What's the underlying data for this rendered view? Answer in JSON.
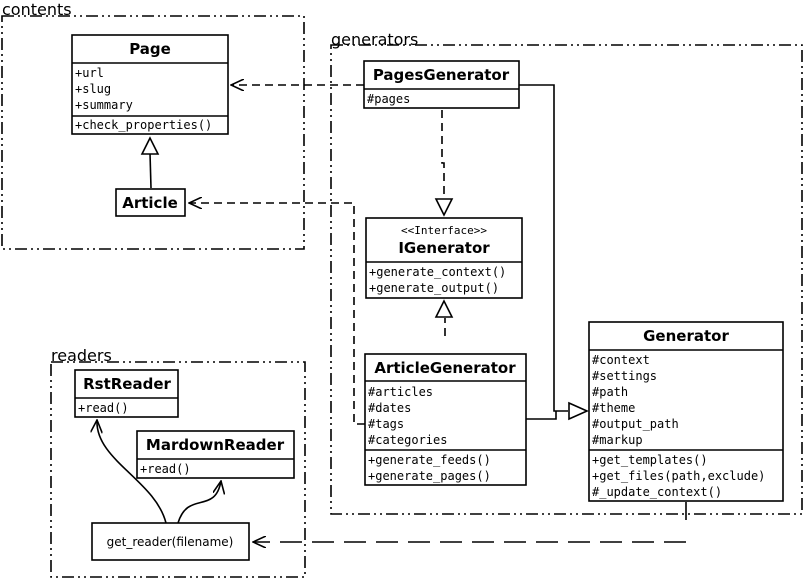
{
  "packages": {
    "contents": "contents",
    "generators": "generators",
    "readers": "readers"
  },
  "classes": {
    "page": {
      "name": "Page",
      "attributes": [
        "+url",
        "+slug",
        "+summary"
      ],
      "methods": [
        "+check_properties()"
      ]
    },
    "article": {
      "name": "Article"
    },
    "pages_generator": {
      "name": "PagesGenerator",
      "attributes": [
        "#pages"
      ]
    },
    "igenerator": {
      "stereotype": "<<Interface>>",
      "name": "IGenerator",
      "methods": [
        "+generate_context()",
        "+generate_output()"
      ]
    },
    "article_generator": {
      "name": "ArticleGenerator",
      "attributes": [
        "#articles",
        "#dates",
        "#tags",
        "#categories"
      ],
      "methods": [
        "+generate_feeds()",
        "+generate_pages()"
      ]
    },
    "generator": {
      "name": "Generator",
      "attributes": [
        "#context",
        "#settings",
        "#path",
        "#theme",
        "#output_path",
        "#markup"
      ],
      "methods": [
        "+get_templates()",
        "+get_files(path,exclude)",
        "#_update_context()"
      ]
    },
    "rst_reader": {
      "name": "RstReader",
      "methods": [
        "+read()"
      ]
    },
    "markdown_reader": {
      "name": "MardownReader",
      "methods": [
        "+read()"
      ]
    }
  },
  "functions": {
    "get_reader": "get_reader(filename)"
  }
}
